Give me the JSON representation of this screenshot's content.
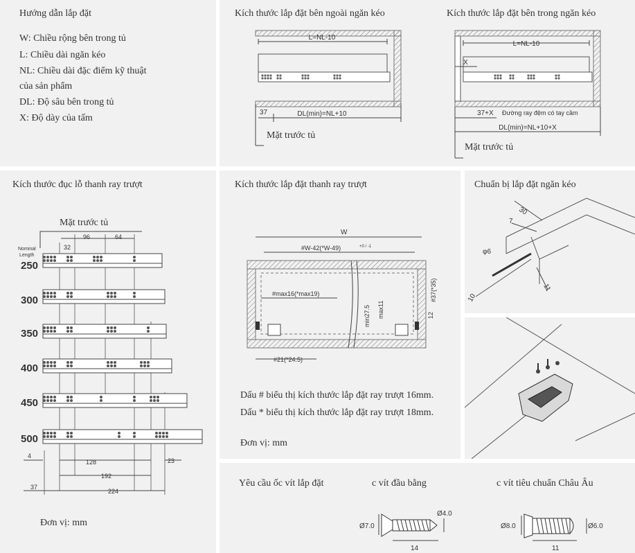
{
  "guide": {
    "title": "Hướng dẫn lắp đặt",
    "lines": [
      "W: Chiều rộng bên trong tủ",
      "L: Chiều dài ngăn kéo",
      "NL: Chiều dài đặc điểm kỹ thuật",
      "của sản phẩm",
      "DL: Độ sâu bên trong tủ",
      "X: Độ dày của tấm"
    ]
  },
  "outside": {
    "title": "Kích thước lắp đặt bên ngoài ngăn kéo",
    "dim_l": "L=NL-10",
    "dim_37": "37",
    "dim_dl": "DL(min)=NL+10",
    "front_label": "Mặt trước tủ"
  },
  "inside": {
    "title": "Kích thước lắp đặt bên trong ngăn kéo",
    "dim_l": "L=NL-10",
    "dim_x": "X",
    "dim_37x": "37+X",
    "rail_note": "Đường ray đệm có tay cầm",
    "dim_dl": "DL(min)=NL+10+X",
    "front_label": "Mặt trước tủ"
  },
  "holes": {
    "title": "Kích thước đục lỗ thanh ray trượt",
    "front_label": "Mặt trước tủ",
    "nominal_label_1": "Nominal",
    "nominal_label_2": "Length",
    "dim_32": "32",
    "dim_96": "96",
    "dim_64": "64",
    "lengths": [
      "250",
      "300",
      "350",
      "400",
      "450",
      "500"
    ],
    "dim_4": "4",
    "dim_128": "128",
    "dim_23": "23",
    "dim_192": "192",
    "dim_37": "37",
    "dim_224": "224",
    "unit": "Đơn vị: mm"
  },
  "rail_install": {
    "title": "Kích thước lắp đặt thanh ray trượt",
    "dim_w": "W",
    "dim_w42": "#W-42(*W-49)",
    "dim_w42_tol": "+0 / -1",
    "dim_max16": "#max16(*max19)",
    "dim_min275": "min27.5",
    "dim_max11": "max11",
    "dim_37_35": "#37(*35)",
    "dim_12": "12",
    "dim_21": "#21(*24.5)",
    "note_1": "Dấu # biểu thị kích thước lắp đặt ray trượt 16mm.",
    "note_2": "Dấu * biểu thị kích thước lắp đặt ray trượt 18mm.",
    "unit": "Đơn vị: mm"
  },
  "prep": {
    "title": "Chuẩn bị lắp đặt ngăn kéo",
    "dim_30": "30",
    "dim_7": "7",
    "dim_phi6": "φ6",
    "dim_11": "11",
    "dim_10": "10"
  },
  "screws": {
    "title": "Yêu cầu ốc vít lắp đặt",
    "flat_title": "c vít đầu bằng",
    "flat_d7": "Ø7.0",
    "flat_d4": "Ø4.0",
    "flat_len": "14",
    "euro_title": "c vít tiêu chuẩn Châu Âu",
    "euro_d8": "Ø8.0",
    "euro_d6": "Ø6.0",
    "euro_len": "11"
  }
}
